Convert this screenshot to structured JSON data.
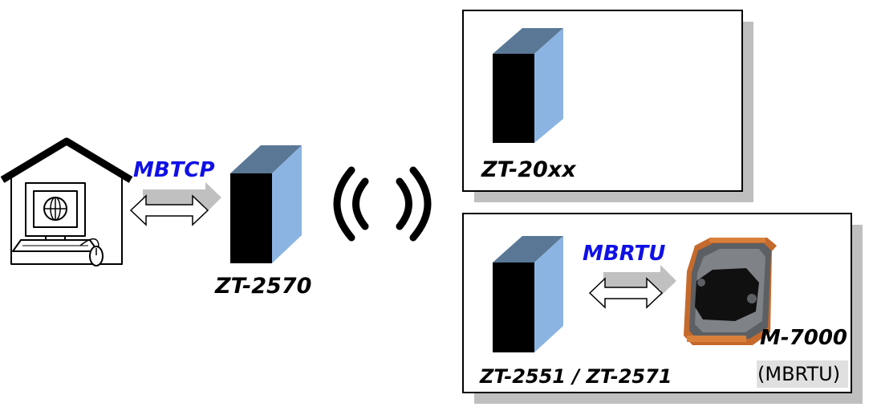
{
  "labels": {
    "mbtcp": "MBTCP",
    "zt2570": "ZT-2570",
    "zt20xx": "ZT-20xx",
    "mbrtu_link": "MBRTU",
    "zt2551": "ZT-2551 / ZT-2571",
    "m7000": "M-7000",
    "m7000_protocol": "(MBRTU)"
  },
  "colors": {
    "link_label": "#1010e6",
    "device_front": "#000000",
    "device_side": "#8cb4e2",
    "device_top": "#5a7896",
    "arrow_shadow": "#c0c0c0",
    "box_shadow": "#bfbfbf"
  },
  "icons": {
    "pc": "pc-in-house-icon",
    "wireless": "wireless-signal-icon",
    "module": "io-module-icon"
  }
}
